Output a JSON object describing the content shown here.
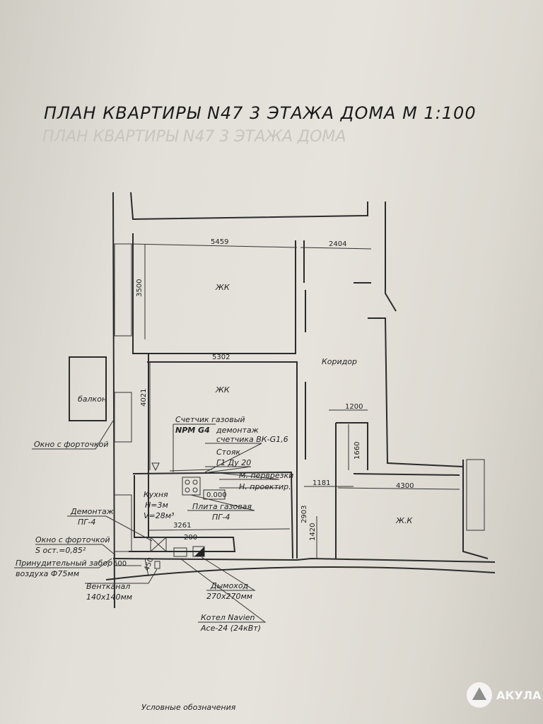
{
  "title": "ПЛАН КВАРТИРЫ N47 3 ЭТАЖА ДОМА   М 1:100",
  "title_ghost": "ПЛАН КВАРТИРЫ N47 3 ЭТАЖА ДОМА",
  "dimensions": [
    "5459",
    "2404",
    "3500",
    "5302",
    "4021",
    "1200",
    "1660",
    "1181",
    "4300",
    "2903",
    "1420",
    "3261",
    "200",
    "600",
    "450"
  ],
  "rooms": {
    "room1": "ЖК",
    "room2": "ЖК",
    "room3": "Ж.К",
    "corridor": "Коридор",
    "balcony": "балкон",
    "kitchen": [
      "Кухня",
      "H=3м",
      "V=28м³"
    ]
  },
  "labels": {
    "window1": "Окно с форточкой",
    "gas_meter": [
      "Счетчик газовый",
      "NPM G4"
    ],
    "dismantle_meter": [
      "демонтаж",
      "счетчика ВК-G1,6"
    ],
    "riser": [
      "Стояк",
      "Г1 Ду 20"
    ],
    "tap": [
      "М. перврезки",
      "Н. проектир."
    ],
    "level": "0.000",
    "stove": [
      "Плита газовая",
      "ПГ-4"
    ],
    "dismantle_stove": [
      "Демонтаж",
      "ПГ-4"
    ],
    "window2": [
      "Окно с форточкой",
      "S ост.=0,85²"
    ],
    "air_intake": [
      "Принудительный забор",
      "воздуха Ф75мм"
    ],
    "vent": [
      "Вентканал",
      "140х140мм"
    ],
    "chimney": [
      "Дымоход",
      "270х270мм"
    ],
    "boiler": [
      "Котел Navien",
      "Ace-24  (24кВт)"
    ],
    "legend": "Условные обозначения"
  },
  "watermark": "АКУЛА"
}
